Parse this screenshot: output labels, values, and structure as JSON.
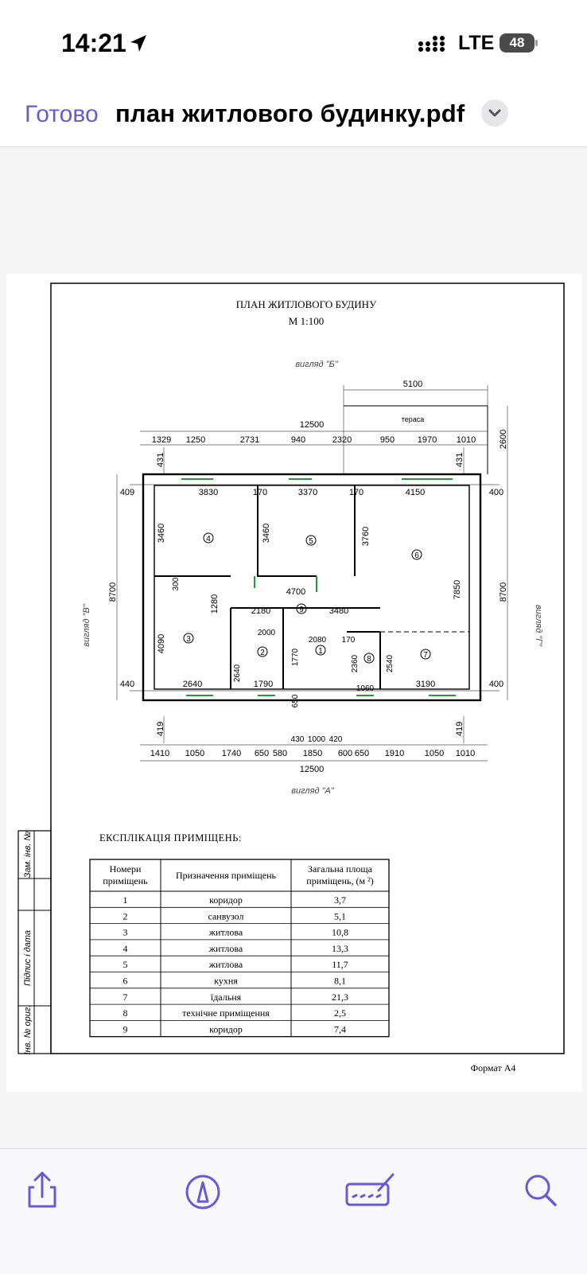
{
  "status": {
    "time": "14:21",
    "network": "LTE",
    "battery": "48"
  },
  "nav": {
    "done": "Готово",
    "title": "план житлового будинку.pdf"
  },
  "icons": {
    "location": "location-arrow-icon",
    "signal": "signal-bars-icon",
    "chevron": "chevron-down-icon",
    "share": "share-icon",
    "markup": "markup-pen-icon",
    "signature": "signature-icon",
    "search": "search-icon"
  },
  "accent": "#6a5ad2",
  "plan": {
    "title": "ПЛАН  ЖИТЛОВОГО БУДИНУ",
    "scale": "М 1:100",
    "view_a": "вигляд  \"А\"",
    "view_b": "вигляд  \"Б\"",
    "view_v": "вигляд  \"В\"",
    "view_g": "вигляд  \"Г\"",
    "terrace": "тераса",
    "format": "Формат А4",
    "stamp": [
      "Інв. № ориг.",
      "Підпис і дата",
      "Зам. інв. №"
    ],
    "dims": {
      "top_total": "12500",
      "terrace_w": "5100",
      "terrace_h": "2600",
      "top_segments": [
        "1329",
        "1250",
        "2731",
        "940",
        "2320",
        "950",
        "1970",
        "1010"
      ],
      "top_431_l": "431",
      "top_431_r": "431",
      "bot_419_l": "419",
      "bot_419_r": "419",
      "bottom_total": "12500",
      "bottom_segments": [
        "1410",
        "1050",
        "1740",
        "650",
        "580",
        "1850",
        "600",
        "650",
        "1910",
        "1050",
        "1010"
      ],
      "door_segments": [
        "430",
        "1000",
        "420"
      ],
      "left_total": "8700",
      "right_total": "8700",
      "left_409": "409",
      "left_440": "440",
      "right_400_top": "400",
      "right_400_bot": "400",
      "inner": {
        "d3830": "3830",
        "d170a": "170",
        "d3370": "3370",
        "d170b": "170",
        "d4150": "4150",
        "d3460a": "3460",
        "d3460b": "3460",
        "d3760": "3760",
        "d7850": "7850",
        "d300": "300",
        "d1280": "1280",
        "d4700": "4700",
        "d2180": "2180",
        "d3480": "3480",
        "d2000": "2000",
        "d2080": "2080",
        "d170c": "170",
        "d4090": "4090",
        "d1770": "1770",
        "d2360": "2360",
        "d2540": "2540",
        "d2640v": "2640",
        "d2640": "2640",
        "d1790": "1790",
        "d1060": "1060",
        "d3190": "3190",
        "d650": "650"
      },
      "rooms": [
        "1",
        "2",
        "3",
        "4",
        "5",
        "6",
        "7",
        "8",
        "9"
      ]
    },
    "explication": {
      "heading": "ЕКСПЛІКАЦІЯ  ПРИМІЩЕНЬ:",
      "col1": [
        "Номери",
        "приміщень"
      ],
      "col2": "Призначення приміщень",
      "col3": [
        "Загальна площа",
        "приміщень, (м ²)"
      ],
      "rows": [
        {
          "num": "1",
          "name": "коридор",
          "area": "3,7"
        },
        {
          "num": "2",
          "name": "санвузол",
          "area": "5,1"
        },
        {
          "num": "3",
          "name": "житлова",
          "area": "10,8"
        },
        {
          "num": "4",
          "name": "житлова",
          "area": "13,3"
        },
        {
          "num": "5",
          "name": "житлова",
          "area": "11,7"
        },
        {
          "num": "6",
          "name": "кухня",
          "area": "8,1"
        },
        {
          "num": "7",
          "name": "їдальня",
          "area": "21,3"
        },
        {
          "num": "8",
          "name": "технічне приміщення",
          "area": "2,5"
        },
        {
          "num": "9",
          "name": "коридор",
          "area": "7,4"
        }
      ]
    }
  }
}
